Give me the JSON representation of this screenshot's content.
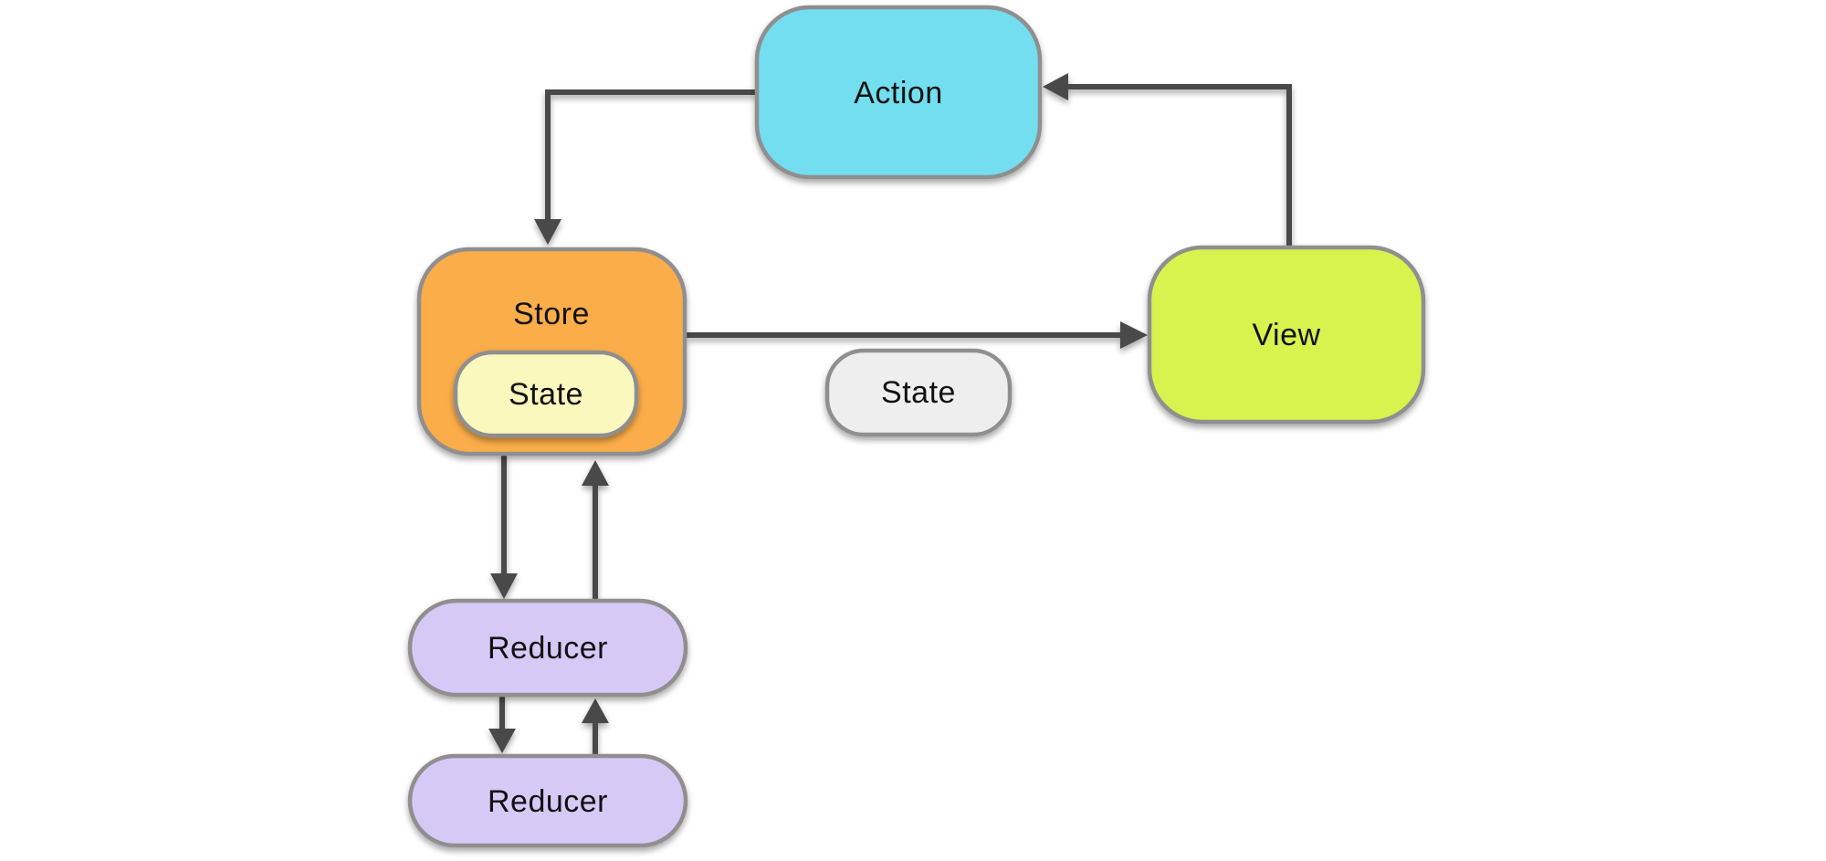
{
  "diagram": {
    "nodes": {
      "action": {
        "label": "Action",
        "fill": "#73DEEF"
      },
      "store": {
        "label": "Store",
        "fill": "#FBAD4A"
      },
      "store_state": {
        "label": "State",
        "fill": "#FAF8BC"
      },
      "state_payload": {
        "label": "State",
        "fill": "#EEEEEE"
      },
      "view": {
        "label": "View",
        "fill": "#D8F34D"
      },
      "reducer_top": {
        "label": "Reducer",
        "fill": "#D7C9F6"
      },
      "reducer_bottom": {
        "label": "Reducer",
        "fill": "#D7C9F6"
      }
    },
    "colors": {
      "border": "#8F8F8F",
      "arrow": "#4A4A4A",
      "text": "#111111",
      "background": "#FFFFFF"
    }
  }
}
